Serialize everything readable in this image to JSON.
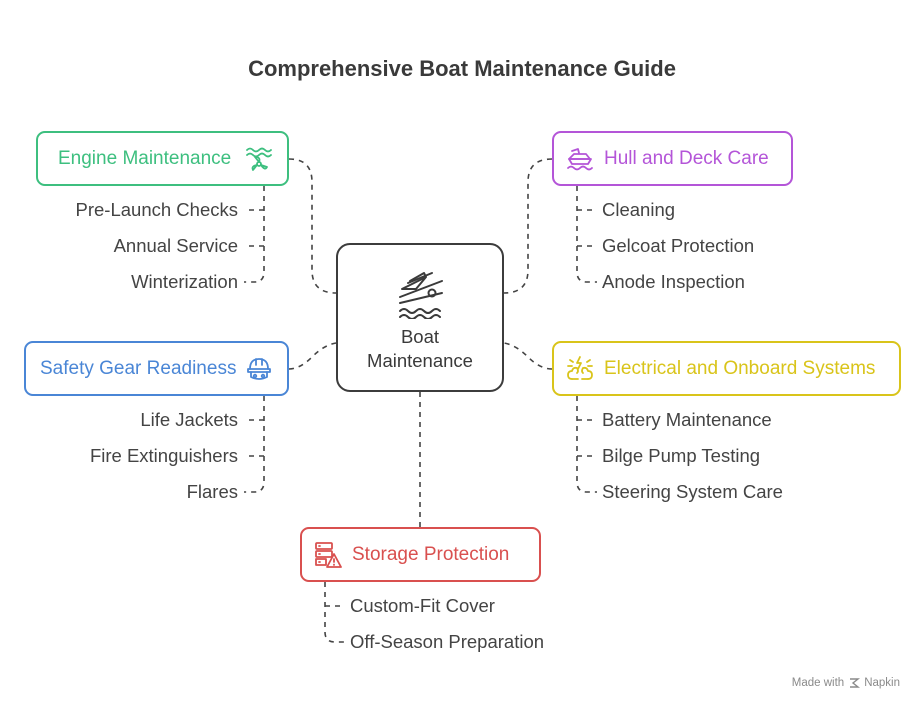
{
  "title": "Comprehensive Boat Maintenance Guide",
  "center": {
    "line1": "Boat",
    "line2": "Maintenance"
  },
  "branches": {
    "engine": {
      "label": "Engine Maintenance",
      "color": "#3dbf7f",
      "items": [
        "Pre-Launch Checks",
        "Annual Service",
        "Winterization"
      ]
    },
    "hull": {
      "label": "Hull and Deck Care",
      "color": "#b455d8",
      "items": [
        "Cleaning",
        "Gelcoat Protection",
        "Anode Inspection"
      ]
    },
    "safety": {
      "label": "Safety Gear Readiness",
      "color": "#4a86d6",
      "items": [
        "Life Jackets",
        "Fire Extinguishers",
        "Flares"
      ]
    },
    "electrical": {
      "label": "Electrical and Onboard Systems",
      "color": "#d9c41a",
      "items": [
        "Battery Maintenance",
        "Bilge Pump Testing",
        "Steering System Care"
      ]
    },
    "storage": {
      "label": "Storage Protection",
      "color": "#d9504f",
      "items": [
        "Custom-Fit Cover",
        "Off-Season Preparation"
      ]
    }
  },
  "footer": {
    "made_with": "Made with",
    "brand": "Napkin"
  }
}
